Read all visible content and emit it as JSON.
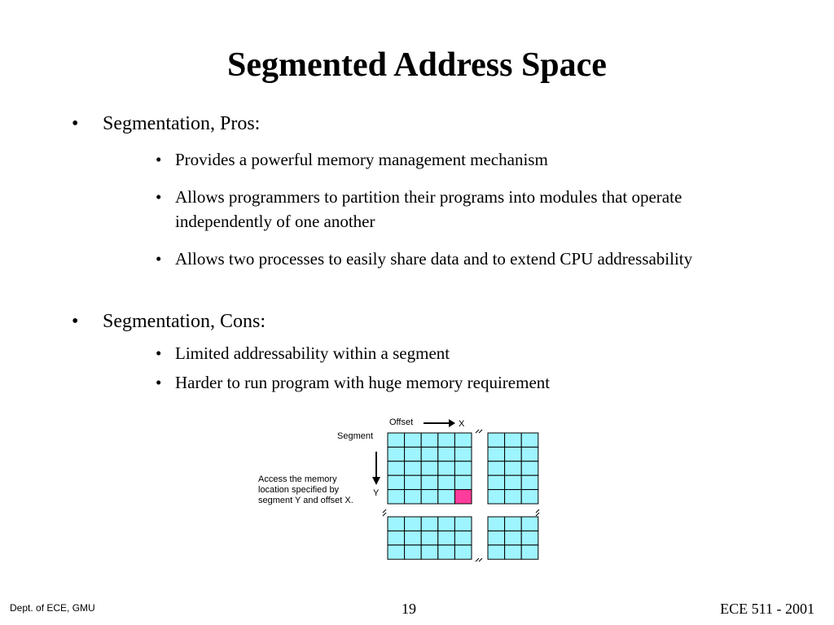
{
  "slide": {
    "title": "Segmented Address Space",
    "pros_heading": "Segmentation, Pros:",
    "pros": [
      "Provides a powerful memory management mechanism",
      "Allows programmers to partition their programs into modules that operate independently of one another",
      "Allows two processes to easily share data and to extend CPU addressability"
    ],
    "cons_heading": "Segmentation, Cons:",
    "cons": [
      "Limited addressability within a segment",
      "Harder to run program with huge memory requirement"
    ],
    "bullet": "•"
  },
  "figure": {
    "offset_label": "Offset",
    "x_label": "X",
    "segment_label": "Segment",
    "y_label": "Y",
    "note": "Access the memory location specified by segment Y and offset X.",
    "cell_color": "#9ff5ff",
    "grid_line_color": "#000000",
    "highlight_color": "#ff3c9c"
  },
  "footer": {
    "dept": "Dept. of ECE, GMU",
    "page": "19",
    "course": "ECE 511 - 2001"
  }
}
